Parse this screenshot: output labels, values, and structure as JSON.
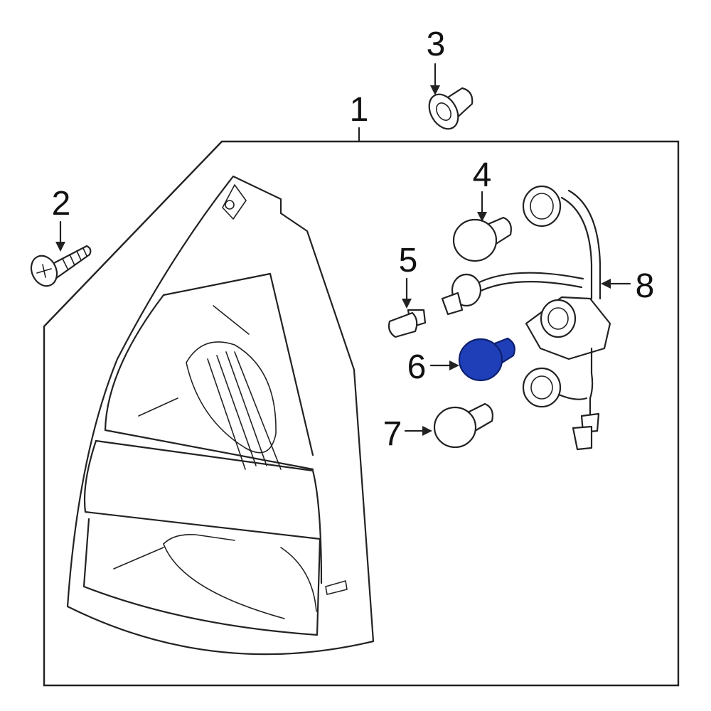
{
  "callouts": {
    "c1": "1",
    "c2": "2",
    "c3": "3",
    "c4": "4",
    "c5": "5",
    "c6": "6",
    "c7": "7",
    "c8": "8"
  },
  "highlighted_callout": "6",
  "colors": {
    "highlight_fill": "#1f3fb8",
    "highlight_stroke": "#0b1f6e",
    "line": "#222222",
    "background": "#ffffff"
  }
}
